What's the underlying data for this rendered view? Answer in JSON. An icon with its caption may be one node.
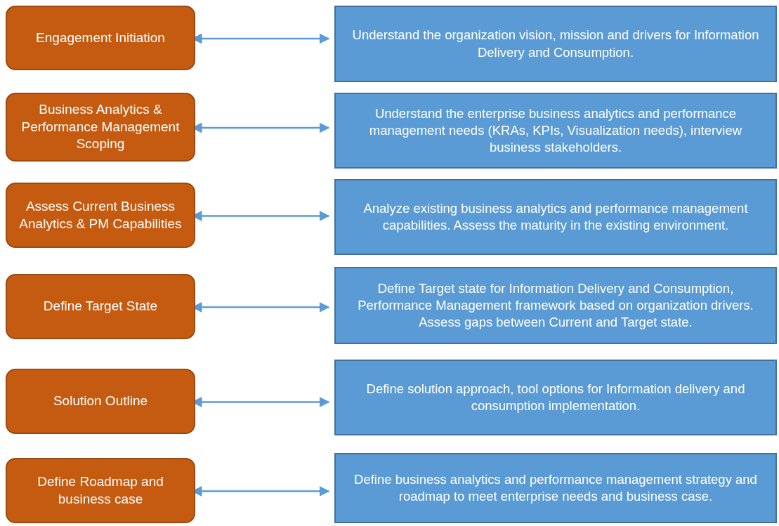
{
  "diagram": {
    "nodes": [
      {
        "text": [
          "Engagement Initiation"
        ]
      },
      {
        "text": [
          "Understand the organization vision, mission and drivers for Information Delivery and Consumption."
        ]
      },
      {
        "text": [
          "Business Analytics & Performance Management Scoping"
        ]
      },
      {
        "text": [
          "Understand the enterprise business analytics and performance management needs (KRAs, KPIs, Visualization needs), interview business stakeholders."
        ]
      },
      {
        "text": [
          "Assess Current Business Analytics & PM Capabilities"
        ]
      },
      {
        "text": [
          "Analyze existing business analytics and performance management capabilities. Assess the maturity in the existing environment."
        ]
      },
      {
        "text": [
          "Define Target State"
        ]
      },
      {
        "text": [
          "Define Target state for Information Delivery and Consumption, Performance Management framework based on organization drivers. Assess gaps between Current and Target state."
        ]
      },
      {
        "text": [
          "Solution Outline"
        ]
      },
      {
        "text": [
          "Define solution approach, tool options for Information delivery and consumption implementation."
        ]
      },
      {
        "text": [
          "Define Roadmap and business case"
        ]
      },
      {
        "text": [
          "Define business analytics and performance management strategy and roadmap to  meet enterprise needs and business case."
        ]
      }
    ],
    "edges": [
      {
        "from": 0,
        "to": 1,
        "arrow": "both"
      },
      {
        "from": 2,
        "to": 3,
        "arrow": "both"
      },
      {
        "from": 4,
        "to": 5,
        "arrow": "both"
      },
      {
        "from": 6,
        "to": 7,
        "arrow": "both"
      },
      {
        "from": 8,
        "to": 9,
        "arrow": "both"
      },
      {
        "from": 10,
        "to": 11,
        "arrow": "both"
      }
    ]
  }
}
